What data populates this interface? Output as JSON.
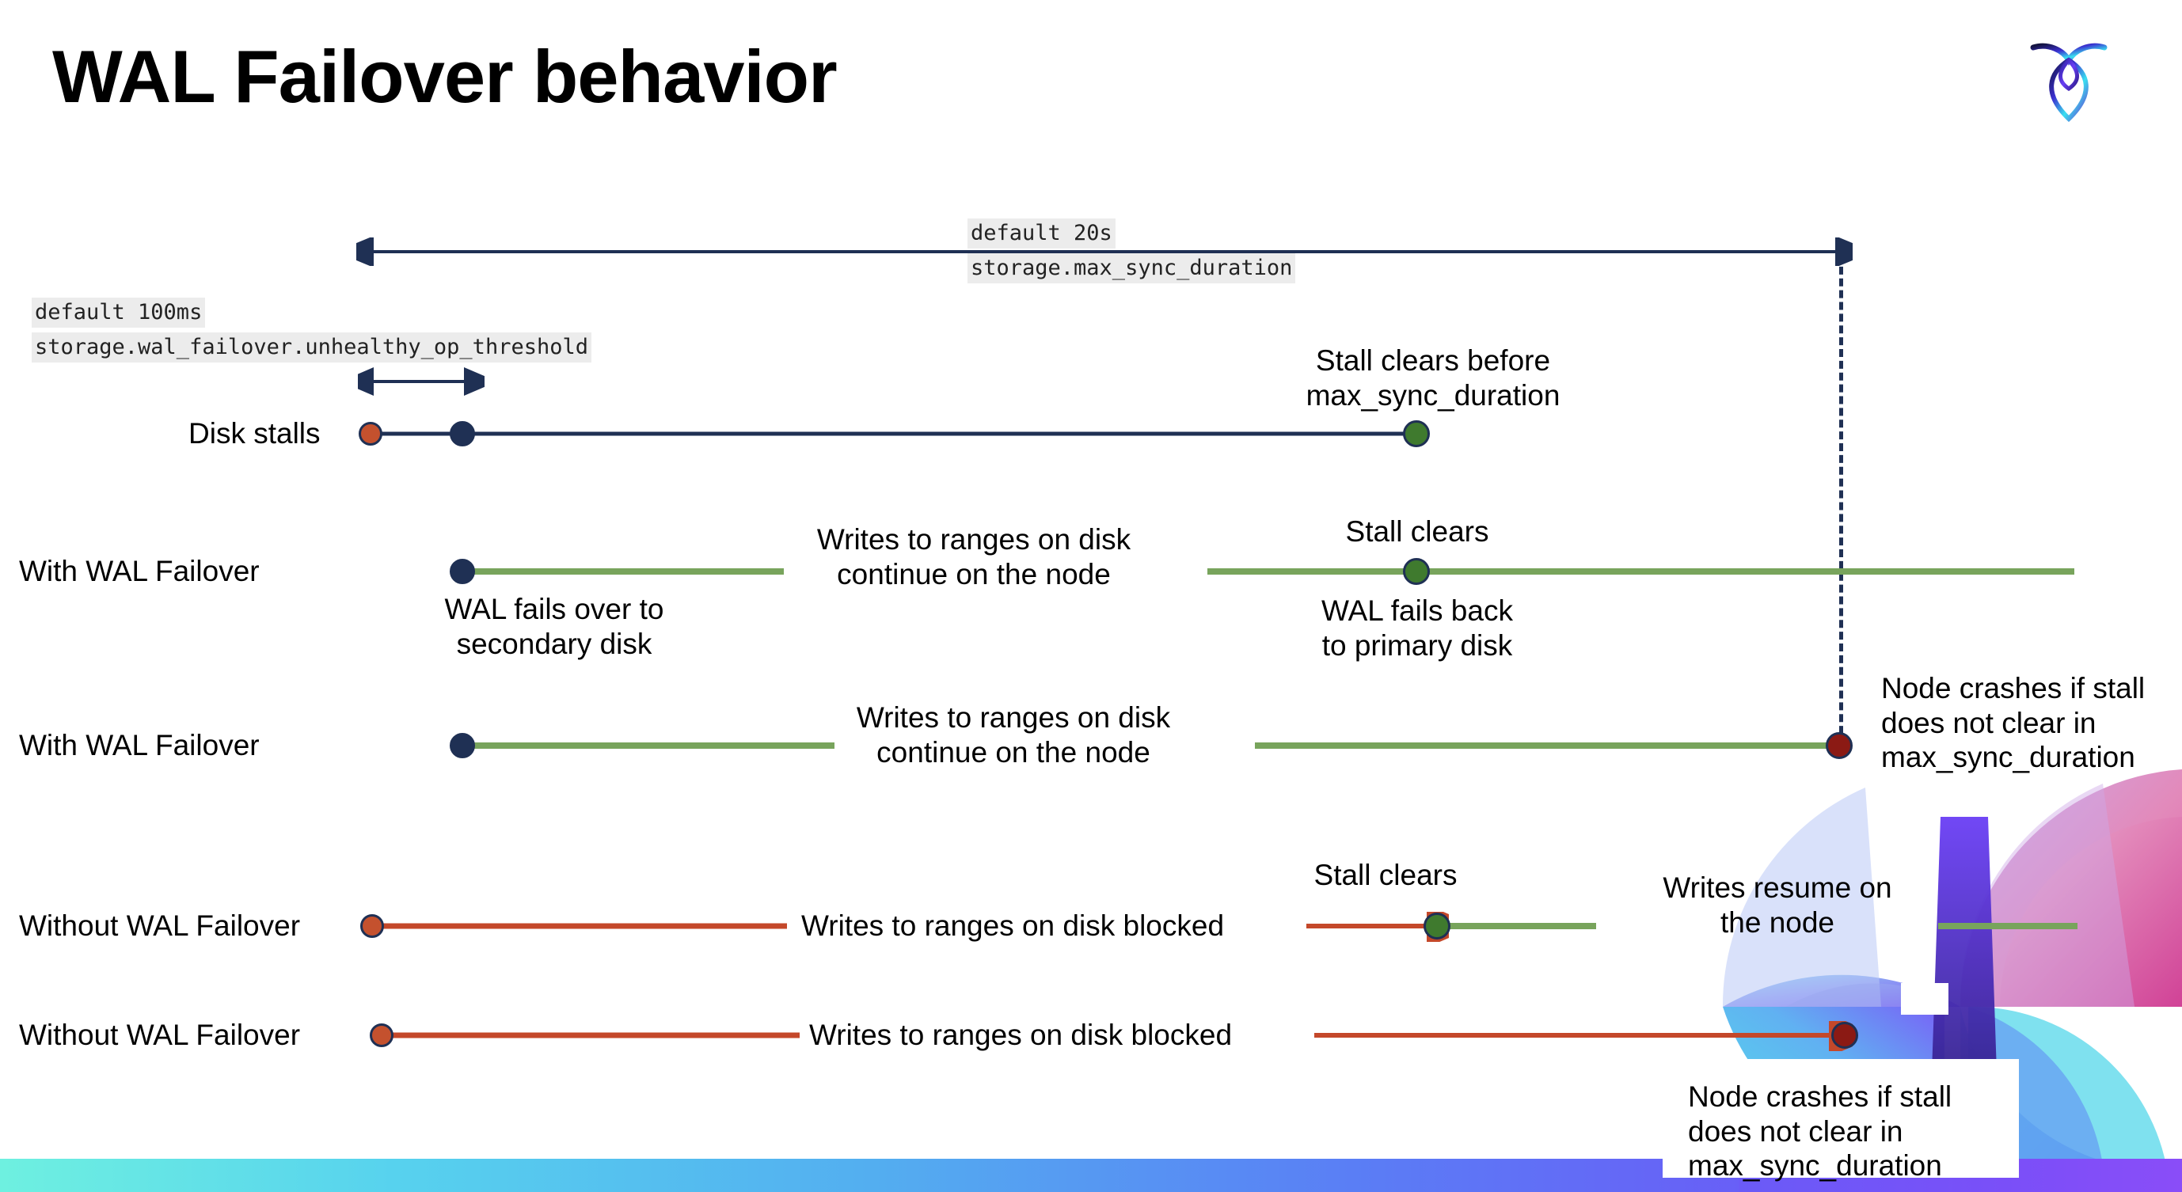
{
  "slide": {
    "title": "WAL Failover behavior",
    "logo_name": "cockroachdb-logo"
  },
  "chart_data": {
    "type": "timeline",
    "title": "WAL Failover behavior",
    "legend": [],
    "annotations": {
      "max_sync_duration_default": "default 20s",
      "max_sync_duration_setting": "storage.max_sync_duration",
      "unhealthy_op_default": "default 100ms",
      "unhealthy_op_setting": "storage.wal_failover.unhealthy_op_threshold"
    },
    "rows": [
      {
        "label": "Disk stalls",
        "markers": [
          {
            "kind": "stall-start",
            "color": "#c4512e",
            "x_pct": 17
          },
          {
            "kind": "threshold-reached",
            "color": "#1f3054",
            "x_pct": 21
          },
          {
            "kind": "stall-clears",
            "color": "#3f7a2e",
            "x_pct": 65
          }
        ],
        "note": "Stall clears before\nmax_sync_duration"
      },
      {
        "label": "With WAL Failover",
        "markers": [
          {
            "kind": "failover",
            "color": "#1f3054",
            "x_pct": 21
          },
          {
            "kind": "stall-clears",
            "color": "#3f7a2e",
            "x_pct": 65
          }
        ],
        "note_mid": "Writes to ranges on disk\ncontinue on the node",
        "note_under_start": "WAL fails over to\nsecondary disk",
        "note_over_clear": "Stall clears",
        "note_under_clear": "WAL fails  back\nto primary disk"
      },
      {
        "label": "With WAL Failover",
        "markers": [
          {
            "kind": "failover",
            "color": "#1f3054",
            "x_pct": 21
          },
          {
            "kind": "node-crash",
            "color": "#8b1a14",
            "x_pct": 84
          }
        ],
        "note_mid": "Writes to ranges on disk\ncontinue on the node",
        "note_right": "Node crashes if stall\ndoes not clear in\nmax_sync_duration"
      },
      {
        "label": "Without WAL Failover",
        "markers": [
          {
            "kind": "stall-start",
            "color": "#c4512e",
            "x_pct": 17
          },
          {
            "kind": "stall-clears",
            "color": "#3f7a2e",
            "x_pct": 66
          }
        ],
        "note_mid": "Writes to ranges on disk  blocked",
        "note_over_clear": "Stall clears",
        "note_right": "Writes resume on\nthe node"
      },
      {
        "label": "Without WAL Failover",
        "markers": [
          {
            "kind": "stall-start",
            "color": "#c4512e",
            "x_pct": 17
          },
          {
            "kind": "node-crash",
            "color": "#8b1a14",
            "x_pct": 84
          }
        ],
        "note_mid": "Writes to ranges on disk  blocked",
        "note_callout": "Node crashes if stall\ndoes not clear in\nmax_sync_duration"
      }
    ],
    "colors": {
      "navy": "#1f3054",
      "green_line": "#78a45c",
      "red_line": "#c4482a",
      "orange_dot": "#c4512e",
      "green_dot": "#3f7a2e",
      "darkred_dot": "#8b1a14",
      "chip_bg": "#ececec"
    }
  },
  "labels": {
    "disk_stalls": "Disk stalls",
    "with_wal_failover_1": "With WAL Failover",
    "with_wal_failover_2": "With WAL Failover",
    "without_wal_failover_1": "Without WAL Failover",
    "without_wal_failover_2": "Without WAL Failover"
  },
  "codechips": {
    "max_sync_default": "default 20s",
    "max_sync_setting": "storage.max_sync_duration",
    "unhealthy_default": "default 100ms",
    "unhealthy_setting": "storage.wal_failover.unhealthy_op_threshold"
  },
  "notes": {
    "stall_clears_before": "Stall clears before\nmax_sync_duration",
    "writes_continue_1": "Writes to ranges on disk\ncontinue on the node",
    "writes_continue_2": "Writes to ranges on disk\ncontinue on the node",
    "wal_fails_over": "WAL fails over to\nsecondary disk",
    "stall_clears_1": "Stall clears",
    "wal_fails_back": "WAL fails  back\nto primary disk",
    "node_crashes_1": "Node crashes if stall\ndoes not clear in\nmax_sync_duration",
    "writes_blocked_1": "Writes to ranges on disk  blocked",
    "stall_clears_2": "Stall clears",
    "writes_resume": "Writes resume on\nthe node",
    "writes_blocked_2": "Writes to ranges on disk  blocked",
    "node_crashes_2": "Node crashes if stall\ndoes not clear in\nmax_sync_duration"
  }
}
